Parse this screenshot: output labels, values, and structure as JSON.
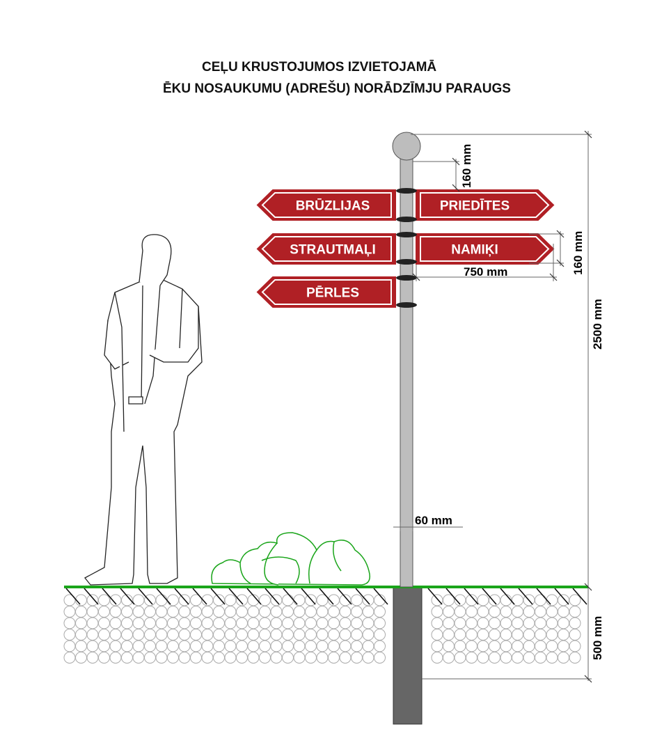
{
  "title": {
    "line1": "CEĻU KRUSTOJUMOS IZVIETOJAMĀ",
    "line2": "ĒKU NOSAUKUMU (ADREŠU) NORĀDZĪMJU PARAUGS"
  },
  "signs": {
    "bruzlijas": "BRŪZLIJAS",
    "prieditis": "PRIEDĪTES",
    "strautmali": "STRAUTMAĻI",
    "namiki": "NAMIĶI",
    "perles": "PĒRLES"
  },
  "dimensions": {
    "top_gap": "160 mm",
    "sign_height": "160 mm",
    "sign_width": "750 mm",
    "pole_diameter": "60 mm",
    "total_height": "2500 mm",
    "foundation_depth": "500 mm"
  },
  "colors": {
    "sign": "#b02025",
    "grass": "#1aa51a",
    "pole": "#bdbdbd",
    "foundation": "#666666"
  }
}
